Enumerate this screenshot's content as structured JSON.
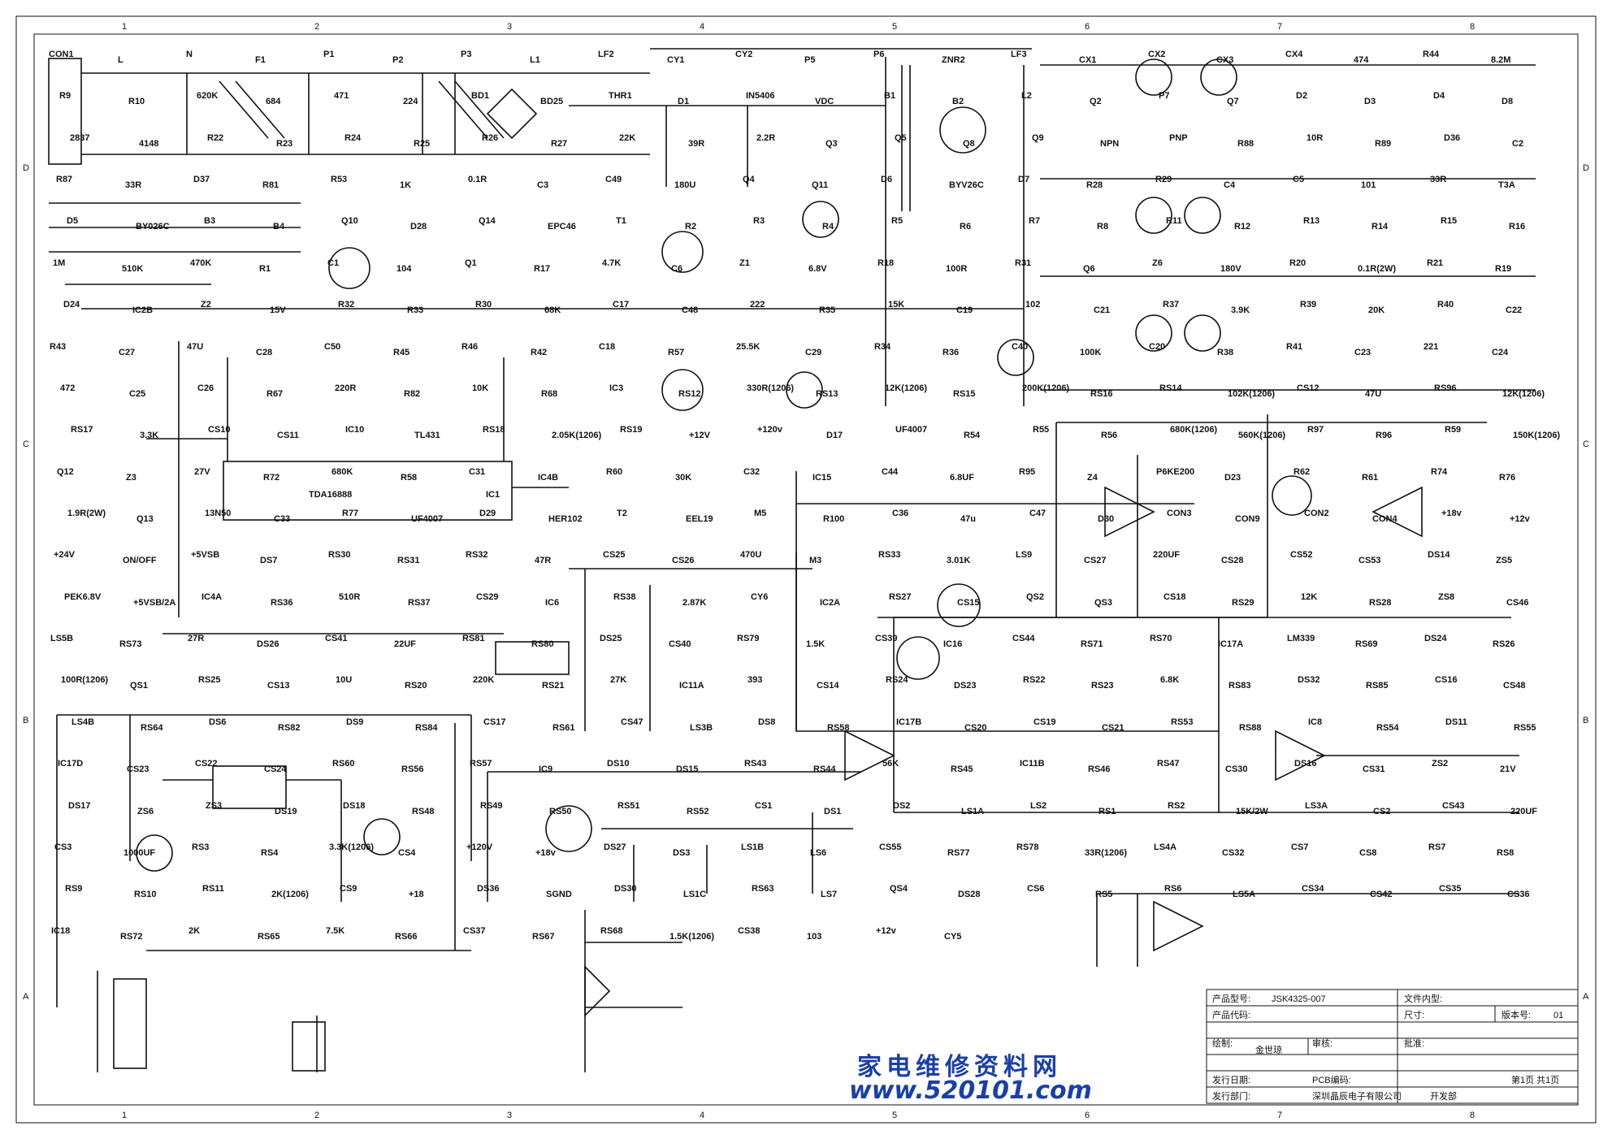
{
  "zones_top": [
    "1",
    "2",
    "3",
    "4",
    "5",
    "6",
    "7",
    "8"
  ],
  "zones_side": [
    "D",
    "C",
    "B",
    "A"
  ],
  "main_ic": {
    "name": "TDA16888",
    "ref": "IC1"
  },
  "components": [
    {
      "t": "CON1"
    },
    {
      "t": "L"
    },
    {
      "t": "N"
    },
    {
      "t": "F1"
    },
    {
      "t": "P1"
    },
    {
      "t": "P2"
    },
    {
      "t": "P3"
    },
    {
      "t": "L1"
    },
    {
      "t": "LF2"
    },
    {
      "t": "CY1"
    },
    {
      "t": "CY2"
    },
    {
      "t": "P5"
    },
    {
      "t": "P6"
    },
    {
      "t": "ZNR2"
    },
    {
      "t": "LF3"
    },
    {
      "t": "CX1"
    },
    {
      "t": "CX2"
    },
    {
      "t": "CX3"
    },
    {
      "t": "CX4"
    },
    {
      "t": "474"
    },
    {
      "t": "R44"
    },
    {
      "t": "8.2M"
    },
    {
      "t": "R9"
    },
    {
      "t": "R10"
    },
    {
      "t": "620K"
    },
    {
      "t": "684"
    },
    {
      "t": "471"
    },
    {
      "t": "224"
    },
    {
      "t": "BD1"
    },
    {
      "t": "BD25"
    },
    {
      "t": "THR1"
    },
    {
      "t": "D1"
    },
    {
      "t": "IN5406"
    },
    {
      "t": "VDC"
    },
    {
      "t": "B1"
    },
    {
      "t": "B2"
    },
    {
      "t": "L2"
    },
    {
      "t": "Q2"
    },
    {
      "t": "P7"
    },
    {
      "t": "Q7"
    },
    {
      "t": "D2"
    },
    {
      "t": "D3"
    },
    {
      "t": "D4"
    },
    {
      "t": "D8"
    },
    {
      "t": "2837"
    },
    {
      "t": "4148"
    },
    {
      "t": "R22"
    },
    {
      "t": "R23"
    },
    {
      "t": "R24"
    },
    {
      "t": "R25"
    },
    {
      "t": "R26"
    },
    {
      "t": "R27"
    },
    {
      "t": "22K"
    },
    {
      "t": "39R"
    },
    {
      "t": "2.2R"
    },
    {
      "t": "Q3"
    },
    {
      "t": "Q5"
    },
    {
      "t": "Q8"
    },
    {
      "t": "Q9"
    },
    {
      "t": "NPN"
    },
    {
      "t": "PNP"
    },
    {
      "t": "R88"
    },
    {
      "t": "10R"
    },
    {
      "t": "R89"
    },
    {
      "t": "D36"
    },
    {
      "t": "C2"
    },
    {
      "t": "R87"
    },
    {
      "t": "33R"
    },
    {
      "t": "D37"
    },
    {
      "t": "R81"
    },
    {
      "t": "R53"
    },
    {
      "t": "1K"
    },
    {
      "t": "0.1R"
    },
    {
      "t": "C3"
    },
    {
      "t": "C49"
    },
    {
      "t": "180U"
    },
    {
      "t": "Q4"
    },
    {
      "t": "Q11"
    },
    {
      "t": "D6"
    },
    {
      "t": "BYV26C"
    },
    {
      "t": "D7"
    },
    {
      "t": "R28"
    },
    {
      "t": "R29"
    },
    {
      "t": "C4"
    },
    {
      "t": "C5"
    },
    {
      "t": "101"
    },
    {
      "t": "33R"
    },
    {
      "t": "T3A"
    },
    {
      "t": "D5"
    },
    {
      "t": "BY026C"
    },
    {
      "t": "B3"
    },
    {
      "t": "B4"
    },
    {
      "t": "Q10"
    },
    {
      "t": "D28"
    },
    {
      "t": "Q14"
    },
    {
      "t": "EPC46"
    },
    {
      "t": "T1"
    },
    {
      "t": "R2"
    },
    {
      "t": "R3"
    },
    {
      "t": "R4"
    },
    {
      "t": "R5"
    },
    {
      "t": "R6"
    },
    {
      "t": "R7"
    },
    {
      "t": "R8"
    },
    {
      "t": "R11"
    },
    {
      "t": "R12"
    },
    {
      "t": "R13"
    },
    {
      "t": "R14"
    },
    {
      "t": "R15"
    },
    {
      "t": "R16"
    },
    {
      "t": "1M"
    },
    {
      "t": "510K"
    },
    {
      "t": "470K"
    },
    {
      "t": "R1"
    },
    {
      "t": "C1"
    },
    {
      "t": "104"
    },
    {
      "t": "Q1"
    },
    {
      "t": "R17"
    },
    {
      "t": "4.7K"
    },
    {
      "t": "C6"
    },
    {
      "t": "Z1"
    },
    {
      "t": "6.8V"
    },
    {
      "t": "R18"
    },
    {
      "t": "100R"
    },
    {
      "t": "R31"
    },
    {
      "t": "Q6"
    },
    {
      "t": "Z6"
    },
    {
      "t": "180V"
    },
    {
      "t": "R20"
    },
    {
      "t": "0.1R(2W)"
    },
    {
      "t": "R21"
    },
    {
      "t": "R19"
    },
    {
      "t": "D24"
    },
    {
      "t": "IC2B"
    },
    {
      "t": "Z2"
    },
    {
      "t": "15V"
    },
    {
      "t": "R32"
    },
    {
      "t": "R33"
    },
    {
      "t": "R30"
    },
    {
      "t": "68K"
    },
    {
      "t": "C17"
    },
    {
      "t": "C48"
    },
    {
      "t": "222"
    },
    {
      "t": "R35"
    },
    {
      "t": "15K"
    },
    {
      "t": "C19"
    },
    {
      "t": "102"
    },
    {
      "t": "C21"
    },
    {
      "t": "R37"
    },
    {
      "t": "3.9K"
    },
    {
      "t": "R39"
    },
    {
      "t": "20K"
    },
    {
      "t": "R40"
    },
    {
      "t": "C22"
    },
    {
      "t": "R43"
    },
    {
      "t": "C27"
    },
    {
      "t": "47U"
    },
    {
      "t": "C28"
    },
    {
      "t": "C50"
    },
    {
      "t": "R45"
    },
    {
      "t": "R46"
    },
    {
      "t": "R42"
    },
    {
      "t": "C18"
    },
    {
      "t": "R57"
    },
    {
      "t": "25.5K"
    },
    {
      "t": "C29"
    },
    {
      "t": "R34"
    },
    {
      "t": "R36"
    },
    {
      "t": "C40"
    },
    {
      "t": "100K"
    },
    {
      "t": "C20"
    },
    {
      "t": "R38"
    },
    {
      "t": "R41"
    },
    {
      "t": "C23"
    },
    {
      "t": "221"
    },
    {
      "t": "C24"
    },
    {
      "t": "472"
    },
    {
      "t": "C25"
    },
    {
      "t": "C26"
    },
    {
      "t": "R67"
    },
    {
      "t": "220R"
    },
    {
      "t": "R82"
    },
    {
      "t": "10K"
    },
    {
      "t": "R68"
    },
    {
      "t": "IC3"
    },
    {
      "t": "RS12"
    },
    {
      "t": "330R(1206)"
    },
    {
      "t": "RS13"
    },
    {
      "t": "12K(1206)"
    },
    {
      "t": "RS15"
    },
    {
      "t": "200K(1206)"
    },
    {
      "t": "RS16"
    },
    {
      "t": "RS14"
    },
    {
      "t": "102K(1206)"
    },
    {
      "t": "CS12"
    },
    {
      "t": "47U"
    },
    {
      "t": "RS96"
    },
    {
      "t": "12K(1206)"
    },
    {
      "t": "RS17"
    },
    {
      "t": "3.3K"
    },
    {
      "t": "CS10"
    },
    {
      "t": "CS11"
    },
    {
      "t": "IC10"
    },
    {
      "t": "TL431"
    },
    {
      "t": "RS18"
    },
    {
      "t": "2.05K(1206)"
    },
    {
      "t": "RS19"
    },
    {
      "t": "+12V"
    },
    {
      "t": "+120v"
    },
    {
      "t": "D17"
    },
    {
      "t": "UF4007"
    },
    {
      "t": "R54"
    },
    {
      "t": "R55"
    },
    {
      "t": "R56"
    },
    {
      "t": "680K(1206)"
    },
    {
      "t": "560K(1206)"
    },
    {
      "t": "R97"
    },
    {
      "t": "R96"
    },
    {
      "t": "R59"
    },
    {
      "t": "150K(1206)"
    },
    {
      "t": "Q12"
    },
    {
      "t": "Z3"
    },
    {
      "t": "27V"
    },
    {
      "t": "R72"
    },
    {
      "t": "680K"
    },
    {
      "t": "R58"
    },
    {
      "t": "C31"
    },
    {
      "t": "IC4B"
    },
    {
      "t": "R60"
    },
    {
      "t": "30K"
    },
    {
      "t": "C32"
    },
    {
      "t": "IC15"
    },
    {
      "t": "C44"
    },
    {
      "t": "6.8UF"
    },
    {
      "t": "R95"
    },
    {
      "t": "Z4"
    },
    {
      "t": "P6KE200"
    },
    {
      "t": "D23"
    },
    {
      "t": "R62"
    },
    {
      "t": "R61"
    },
    {
      "t": "R74"
    },
    {
      "t": "R76"
    },
    {
      "t": "1.9R(2W)"
    },
    {
      "t": "Q13"
    },
    {
      "t": "13N50"
    },
    {
      "t": "C33"
    },
    {
      "t": "R77"
    },
    {
      "t": "UF4007"
    },
    {
      "t": "D29"
    },
    {
      "t": "HER102"
    },
    {
      "t": "T2"
    },
    {
      "t": "EEL19"
    },
    {
      "t": "M5"
    },
    {
      "t": "R100"
    },
    {
      "t": "C36"
    },
    {
      "t": "47u"
    },
    {
      "t": "C47"
    },
    {
      "t": "D30"
    },
    {
      "t": "CON3"
    },
    {
      "t": "CON9"
    },
    {
      "t": "CON2"
    },
    {
      "t": "CON4"
    },
    {
      "t": "+18v"
    },
    {
      "t": "+12v"
    },
    {
      "t": "+24V"
    },
    {
      "t": "ON/OFF"
    },
    {
      "t": "+5VSB"
    },
    {
      "t": "DS7"
    },
    {
      "t": "RS30"
    },
    {
      "t": "RS31"
    },
    {
      "t": "RS32"
    },
    {
      "t": "47R"
    },
    {
      "t": "CS25"
    },
    {
      "t": "CS26"
    },
    {
      "t": "470U"
    },
    {
      "t": "M3"
    },
    {
      "t": "RS33"
    },
    {
      "t": "3.01K"
    },
    {
      "t": "LS9"
    },
    {
      "t": "CS27"
    },
    {
      "t": "220UF"
    },
    {
      "t": "CS28"
    },
    {
      "t": "CS52"
    },
    {
      "t": "CS53"
    },
    {
      "t": "DS14"
    },
    {
      "t": "ZS5"
    },
    {
      "t": "PEK6.8V"
    },
    {
      "t": "+5VSB/2A"
    },
    {
      "t": "IC4A"
    },
    {
      "t": "RS36"
    },
    {
      "t": "510R"
    },
    {
      "t": "RS37"
    },
    {
      "t": "CS29"
    },
    {
      "t": "IC6"
    },
    {
      "t": "RS38"
    },
    {
      "t": "2.87K"
    },
    {
      "t": "CY6"
    },
    {
      "t": "IC2A"
    },
    {
      "t": "RS27"
    },
    {
      "t": "CS15"
    },
    {
      "t": "QS2"
    },
    {
      "t": "QS3"
    },
    {
      "t": "CS18"
    },
    {
      "t": "RS29"
    },
    {
      "t": "12K"
    },
    {
      "t": "RS28"
    },
    {
      "t": "ZS8"
    },
    {
      "t": "CS46"
    },
    {
      "t": "LS5B"
    },
    {
      "t": "RS73"
    },
    {
      "t": "27R"
    },
    {
      "t": "DS26"
    },
    {
      "t": "CS41"
    },
    {
      "t": "22UF"
    },
    {
      "t": "RS81"
    },
    {
      "t": "RS80"
    },
    {
      "t": "DS25"
    },
    {
      "t": "CS40"
    },
    {
      "t": "RS79"
    },
    {
      "t": "1.5K"
    },
    {
      "t": "CS39"
    },
    {
      "t": "IC16"
    },
    {
      "t": "CS44"
    },
    {
      "t": "RS71"
    },
    {
      "t": "RS70"
    },
    {
      "t": "IC17A"
    },
    {
      "t": "LM339"
    },
    {
      "t": "RS69"
    },
    {
      "t": "DS24"
    },
    {
      "t": "RS26"
    },
    {
      "t": "100R(1206)"
    },
    {
      "t": "QS1"
    },
    {
      "t": "RS25"
    },
    {
      "t": "CS13"
    },
    {
      "t": "10U"
    },
    {
      "t": "RS20"
    },
    {
      "t": "220K"
    },
    {
      "t": "RS21"
    },
    {
      "t": "27K"
    },
    {
      "t": "IC11A"
    },
    {
      "t": "393"
    },
    {
      "t": "CS14"
    },
    {
      "t": "RS24"
    },
    {
      "t": "DS23"
    },
    {
      "t": "RS22"
    },
    {
      "t": "RS23"
    },
    {
      "t": "6.8K"
    },
    {
      "t": "RS83"
    },
    {
      "t": "DS32"
    },
    {
      "t": "RS85"
    },
    {
      "t": "CS16"
    },
    {
      "t": "CS48"
    },
    {
      "t": "LS4B"
    },
    {
      "t": "RS64"
    },
    {
      "t": "DS6"
    },
    {
      "t": "RS82"
    },
    {
      "t": "DS9"
    },
    {
      "t": "RS84"
    },
    {
      "t": "CS17"
    },
    {
      "t": "RS61"
    },
    {
      "t": "CS47"
    },
    {
      "t": "LS3B"
    },
    {
      "t": "DS8"
    },
    {
      "t": "RS58"
    },
    {
      "t": "IC17B"
    },
    {
      "t": "CS20"
    },
    {
      "t": "CS19"
    },
    {
      "t": "CS21"
    },
    {
      "t": "RS53"
    },
    {
      "t": "RS88"
    },
    {
      "t": "IC8"
    },
    {
      "t": "RS54"
    },
    {
      "t": "DS11"
    },
    {
      "t": "RS55"
    },
    {
      "t": "IC17D"
    },
    {
      "t": "CS23"
    },
    {
      "t": "CS22"
    },
    {
      "t": "CS24"
    },
    {
      "t": "RS60"
    },
    {
      "t": "RS56"
    },
    {
      "t": "RS57"
    },
    {
      "t": "IC9"
    },
    {
      "t": "DS10"
    },
    {
      "t": "DS15"
    },
    {
      "t": "RS43"
    },
    {
      "t": "RS44"
    },
    {
      "t": "56K"
    },
    {
      "t": "RS45"
    },
    {
      "t": "IC11B"
    },
    {
      "t": "RS46"
    },
    {
      "t": "RS47"
    },
    {
      "t": "CS30"
    },
    {
      "t": "DS16"
    },
    {
      "t": "CS31"
    },
    {
      "t": "ZS2"
    },
    {
      "t": "21V"
    },
    {
      "t": "DS17"
    },
    {
      "t": "ZS6"
    },
    {
      "t": "ZS3"
    },
    {
      "t": "DS19"
    },
    {
      "t": "DS18"
    },
    {
      "t": "RS48"
    },
    {
      "t": "RS49"
    },
    {
      "t": "RS50"
    },
    {
      "t": "RS51"
    },
    {
      "t": "RS52"
    },
    {
      "t": "CS1"
    },
    {
      "t": "DS1"
    },
    {
      "t": "DS2"
    },
    {
      "t": "LS1A"
    },
    {
      "t": "LS2"
    },
    {
      "t": "RS1"
    },
    {
      "t": "RS2"
    },
    {
      "t": "15K/2W"
    },
    {
      "t": "LS3A"
    },
    {
      "t": "CS2"
    },
    {
      "t": "CS43"
    },
    {
      "t": "220UF"
    },
    {
      "t": "CS3"
    },
    {
      "t": "1000UF"
    },
    {
      "t": "RS3"
    },
    {
      "t": "RS4"
    },
    {
      "t": "3.3K(1206)"
    },
    {
      "t": "CS4"
    },
    {
      "t": "+120V"
    },
    {
      "t": "+18v"
    },
    {
      "t": "DS27"
    },
    {
      "t": "DS3"
    },
    {
      "t": "LS1B"
    },
    {
      "t": "LS6"
    },
    {
      "t": "CS55"
    },
    {
      "t": "RS77"
    },
    {
      "t": "RS78"
    },
    {
      "t": "33R(1206)"
    },
    {
      "t": "LS4A"
    },
    {
      "t": "CS32"
    },
    {
      "t": "CS7"
    },
    {
      "t": "CS8"
    },
    {
      "t": "RS7"
    },
    {
      "t": "RS8"
    },
    {
      "t": "RS9"
    },
    {
      "t": "RS10"
    },
    {
      "t": "RS11"
    },
    {
      "t": "2K(1206)"
    },
    {
      "t": "CS9"
    },
    {
      "t": "+18"
    },
    {
      "t": "DS36"
    },
    {
      "t": "SGND"
    },
    {
      "t": "DS30"
    },
    {
      "t": "LS1C"
    },
    {
      "t": "RS63"
    },
    {
      "t": "LS7"
    },
    {
      "t": "QS4"
    },
    {
      "t": "DS28"
    },
    {
      "t": "CS6"
    },
    {
      "t": "RS5"
    },
    {
      "t": "RS6"
    },
    {
      "t": "LS5A"
    },
    {
      "t": "CS34"
    },
    {
      "t": "CS42"
    },
    {
      "t": "CS35"
    },
    {
      "t": "CS36"
    },
    {
      "t": "IC18"
    },
    {
      "t": "RS72"
    },
    {
      "t": "2K"
    },
    {
      "t": "RS65"
    },
    {
      "t": "7.5K"
    },
    {
      "t": "RS66"
    },
    {
      "t": "CS37"
    },
    {
      "t": "RS67"
    },
    {
      "t": "RS68"
    },
    {
      "t": "1.5K(1206)"
    },
    {
      "t": "CS38"
    },
    {
      "t": "103"
    },
    {
      "t": "+12v"
    },
    {
      "t": "CY5"
    }
  ],
  "title_block": {
    "product_model_label": "产品型号:",
    "product_model": "JSK4325-007",
    "doc_content_label": "文件内型:",
    "product_code_label": "产品代码:",
    "size_label": "尺寸:",
    "version_label": "版本号:",
    "version": "01",
    "drawn_label": "绘制:",
    "drawn_by": "金世琼",
    "review_label": "审核:",
    "approve_label": "批准:",
    "issue_date_label": "发行日期:",
    "pcb_code_label": "PCB编码:",
    "page": "第1页  共1页",
    "issue_dept_label": "发行部门:",
    "company": "深圳晶辰电子有限公司",
    "dept": "开发部"
  },
  "watermark": {
    "cn": "家电维修资料网",
    "url": "www.520101.com"
  }
}
